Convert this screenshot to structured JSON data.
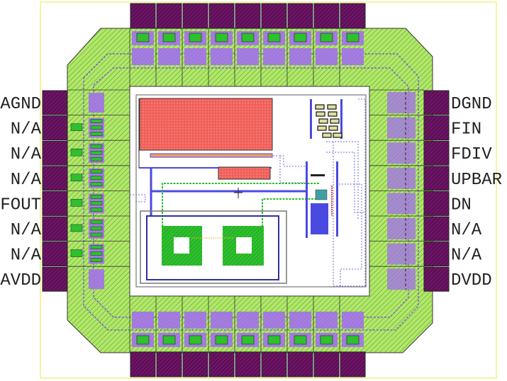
{
  "left_pins": [
    "AGND",
    "N/A",
    "N/A",
    "N/A",
    "FOUT",
    "N/A",
    "N/A",
    "AVDD"
  ],
  "right_pins": [
    "DGND",
    "FIN",
    "FDIV",
    "UPBAR",
    "DN",
    "N/A",
    "N/A",
    "DVDD"
  ],
  "top_pad_count": 9,
  "bottom_pad_count": 9,
  "colors": {
    "pad": "#6e1466",
    "ring": "#a6e05a",
    "resistor": "#f0605a",
    "metal": "#4a4ae0",
    "inductor": "#2ec02e",
    "boundary": "#f0f080"
  }
}
